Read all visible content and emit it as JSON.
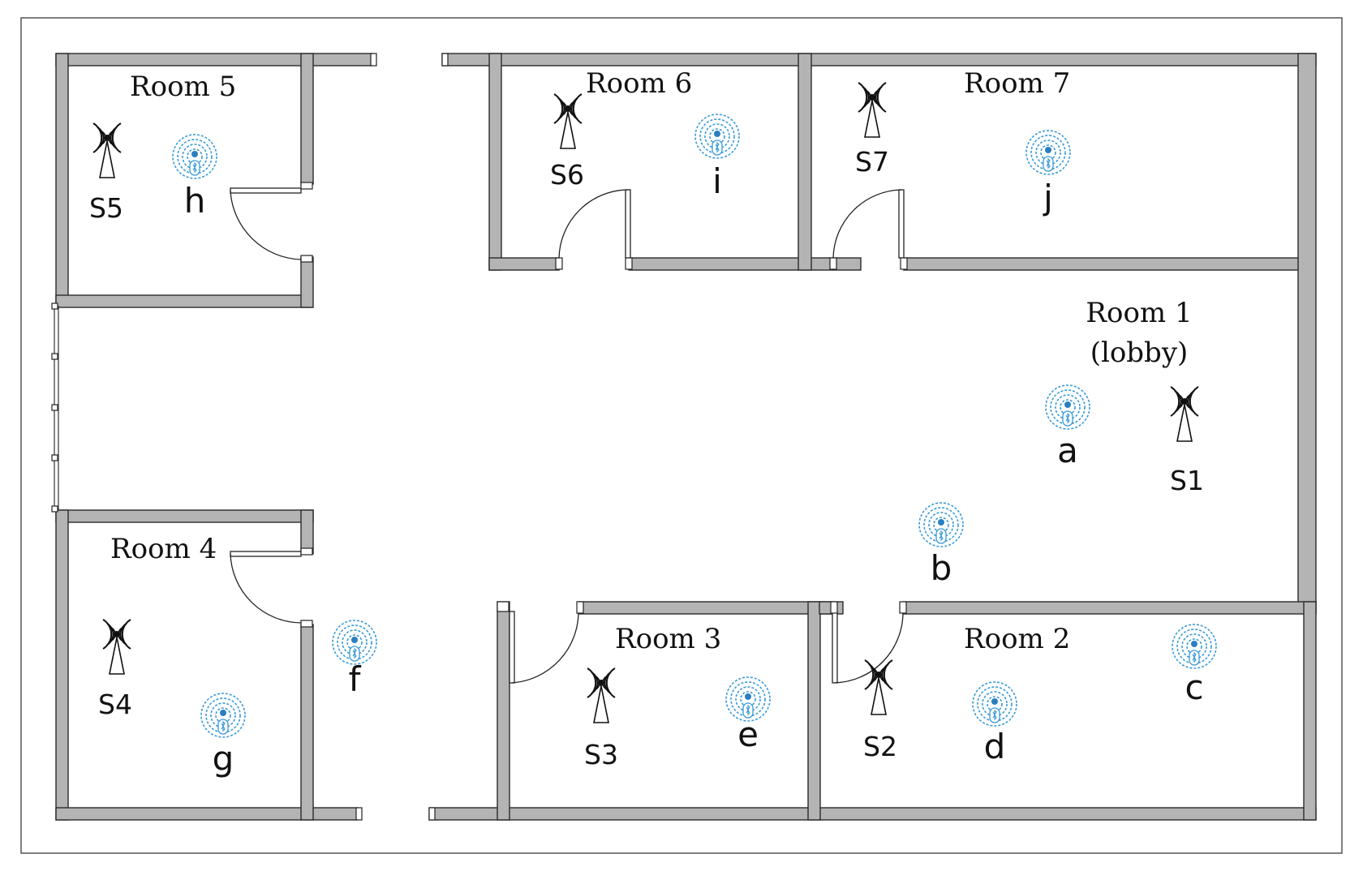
{
  "rooms": [
    {
      "id": "room5",
      "label": "Room 5"
    },
    {
      "id": "room6",
      "label": "Room 6"
    },
    {
      "id": "room7",
      "label": "Room 7"
    },
    {
      "id": "room1",
      "label": "Room 1",
      "sublabel": "(lobby)"
    },
    {
      "id": "room4",
      "label": "Room 4"
    },
    {
      "id": "room3",
      "label": "Room 3"
    },
    {
      "id": "room2",
      "label": "Room 2"
    }
  ],
  "stations": [
    {
      "id": "S1",
      "label": "S1"
    },
    {
      "id": "S2",
      "label": "S2"
    },
    {
      "id": "S3",
      "label": "S3"
    },
    {
      "id": "S4",
      "label": "S4"
    },
    {
      "id": "S5",
      "label": "S5"
    },
    {
      "id": "S6",
      "label": "S6"
    },
    {
      "id": "S7",
      "label": "S7"
    }
  ],
  "beacons": [
    {
      "id": "a",
      "label": "a"
    },
    {
      "id": "b",
      "label": "b"
    },
    {
      "id": "c",
      "label": "c"
    },
    {
      "id": "d",
      "label": "d"
    },
    {
      "id": "e",
      "label": "e"
    },
    {
      "id": "f",
      "label": "f"
    },
    {
      "id": "g",
      "label": "g"
    },
    {
      "id": "h",
      "label": "h"
    },
    {
      "id": "i",
      "label": "i"
    },
    {
      "id": "j",
      "label": "j"
    }
  ],
  "colors": {
    "wall_fill": "#b4b4b4",
    "beacon_ring": "#3b9ad6",
    "station_icon": "#111111"
  },
  "icons": {
    "station": "radio-tower-icon",
    "beacon": "bluetooth-beacon-icon"
  }
}
